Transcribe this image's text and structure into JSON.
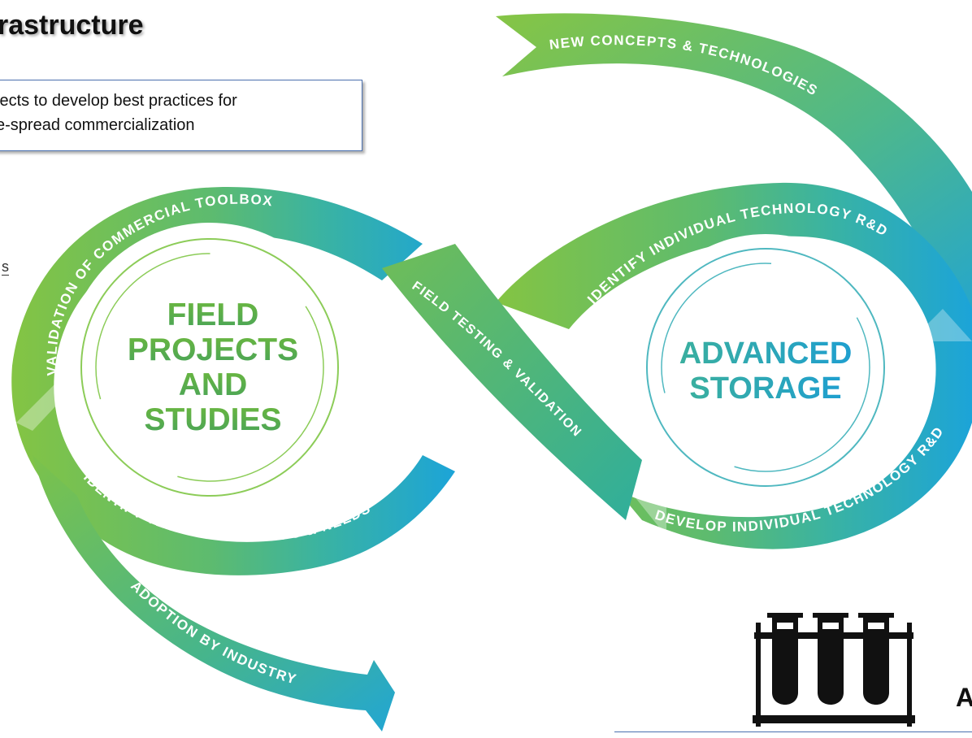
{
  "slide": {
    "title": "rastructure",
    "callout": {
      "line1": "jects to develop best practices for",
      "line2": "e-spread commercialization"
    },
    "link_fragment": "s",
    "corner_label": "A"
  },
  "diagram": {
    "left_center": [
      "FIELD",
      "PROJECTS",
      "AND",
      "STUDIES"
    ],
    "right_center": [
      "ADVANCED",
      "STORAGE"
    ],
    "bands": {
      "new_concepts": "NEW CONCEPTS & TECHNOLOGIES",
      "identify_rd": "IDENTIFY INDIVIDUAL TECHNOLOGY R&D",
      "field_testing": "FIELD TESTING & VALIDATION",
      "develop_rd": "DEVELOP INDIVIDUAL TECHNOLOGY R&D",
      "validation_toolbox": "VALIDATION OF COMMERCIAL TOOLBOX",
      "gaps_needs": "IDENTIFY TECHNOLOGY GAPS & NEEDS",
      "adoption": "ADOPTION BY INDUSTRY"
    },
    "colors": {
      "green": "#7cc24a",
      "teal": "#3db39a",
      "blue": "#1fa6d6",
      "center_left": "#5aa832",
      "center_right": "#27a2c4"
    },
    "icon": "test-tube-rack-icon"
  }
}
